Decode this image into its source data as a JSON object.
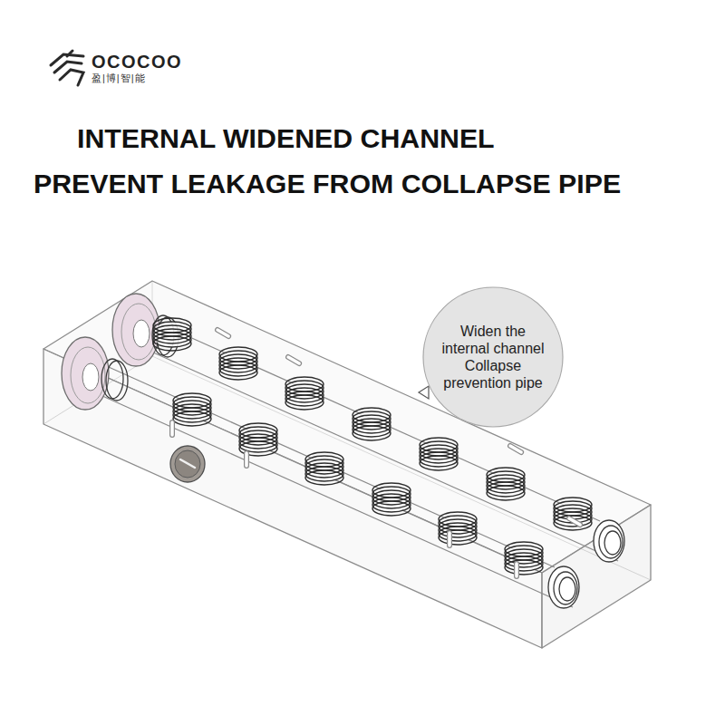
{
  "diagram": {
    "title": "INTERNAL WIDENED CHANNEL PREVENT LEAKAGE FROM COLLAPSE PIPE",
    "nodes": [
      {
        "text": [
          "Widen the internal channel Collapse prevention pipe"
        ]
      }
    ],
    "labels": [
      "OCOCOO",
      "盈|博|智|能"
    ]
  }
}
